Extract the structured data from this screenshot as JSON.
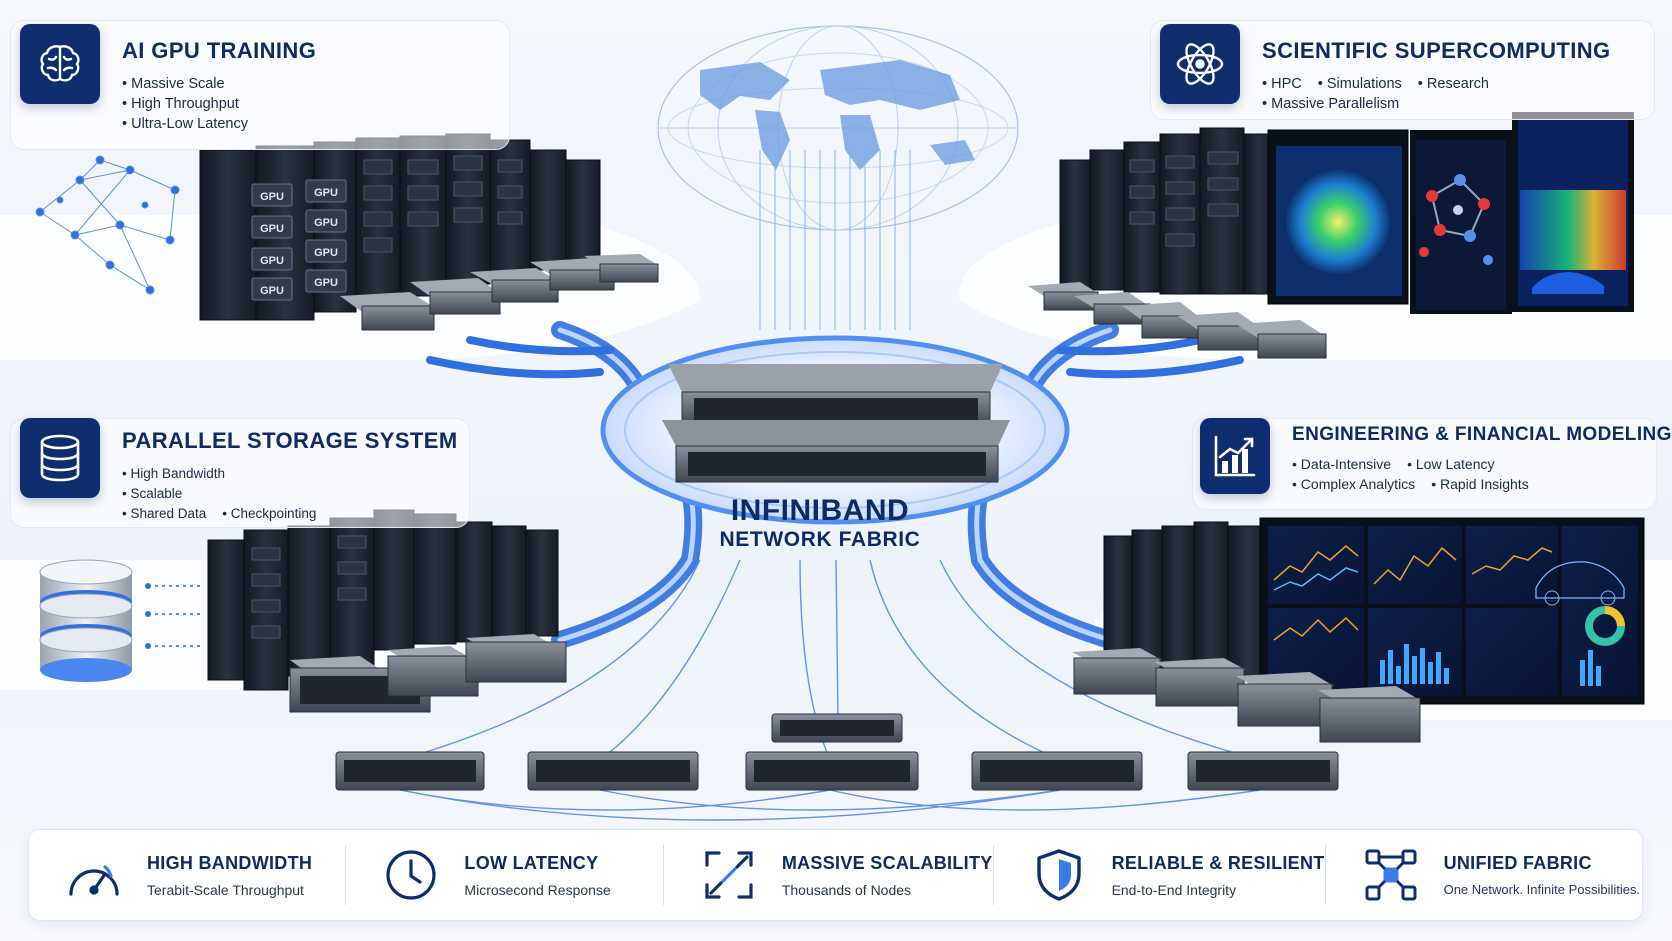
{
  "center": {
    "title": "INFINIBAND",
    "subtitle": "NETWORK FABRIC"
  },
  "quadrants": {
    "ai": {
      "title": "AI GPU TRAINING",
      "icon": "brain-icon",
      "bullets": [
        "Massive Scale",
        "High Throughput",
        "Ultra-Low Latency"
      ],
      "rack_labels": [
        "GPU",
        "GPU",
        "GPU",
        "GPU",
        "GPU",
        "GPU",
        "GPU",
        "GPU"
      ]
    },
    "science": {
      "title": "SCIENTIFIC SUPERCOMPUTING",
      "icon": "atom-icon",
      "bullets_row1": [
        "HPC",
        "Simulations",
        "Research"
      ],
      "bullets_row2": [
        "Massive Parallelism"
      ]
    },
    "storage": {
      "title": "PARALLEL STORAGE SYSTEM",
      "icon": "database-icon",
      "bullets_row1": [
        "High Bandwidth"
      ],
      "bullets_row2": [
        "Scalable"
      ],
      "bullets_row3": [
        "Shared Data",
        "Checkpointing"
      ]
    },
    "engineering": {
      "title": "ENGINEERING & FINANCIAL MODELING",
      "icon": "chart-growth-icon",
      "bullets_row1": [
        "Data-Intensive",
        "Low Latency"
      ],
      "bullets_row2": [
        "Complex Analytics",
        "Rapid Insights"
      ]
    }
  },
  "features": [
    {
      "title": "HIGH BANDWIDTH",
      "subtitle": "Terabit-Scale Throughput",
      "icon": "speedometer-icon"
    },
    {
      "title": "LOW LATENCY",
      "subtitle": "Microsecond Response",
      "icon": "clock-icon"
    },
    {
      "title": "MASSIVE SCALABILITY",
      "subtitle": "Thousands of Nodes",
      "icon": "expand-arrows-icon"
    },
    {
      "title": "RELIABLE & RESILIENT",
      "subtitle": "End-to-End Integrity",
      "icon": "shield-icon"
    },
    {
      "title": "UNIFIED FABRIC",
      "subtitle": "One Network. Infinite Possibilities.",
      "icon": "network-nodes-icon"
    }
  ],
  "colors": {
    "navy": "#0f2d6e",
    "fabric_blue": "#2f6fe0",
    "glow": "#7fb2ff",
    "rack": "#1d2230",
    "switch": "#5b6270"
  }
}
